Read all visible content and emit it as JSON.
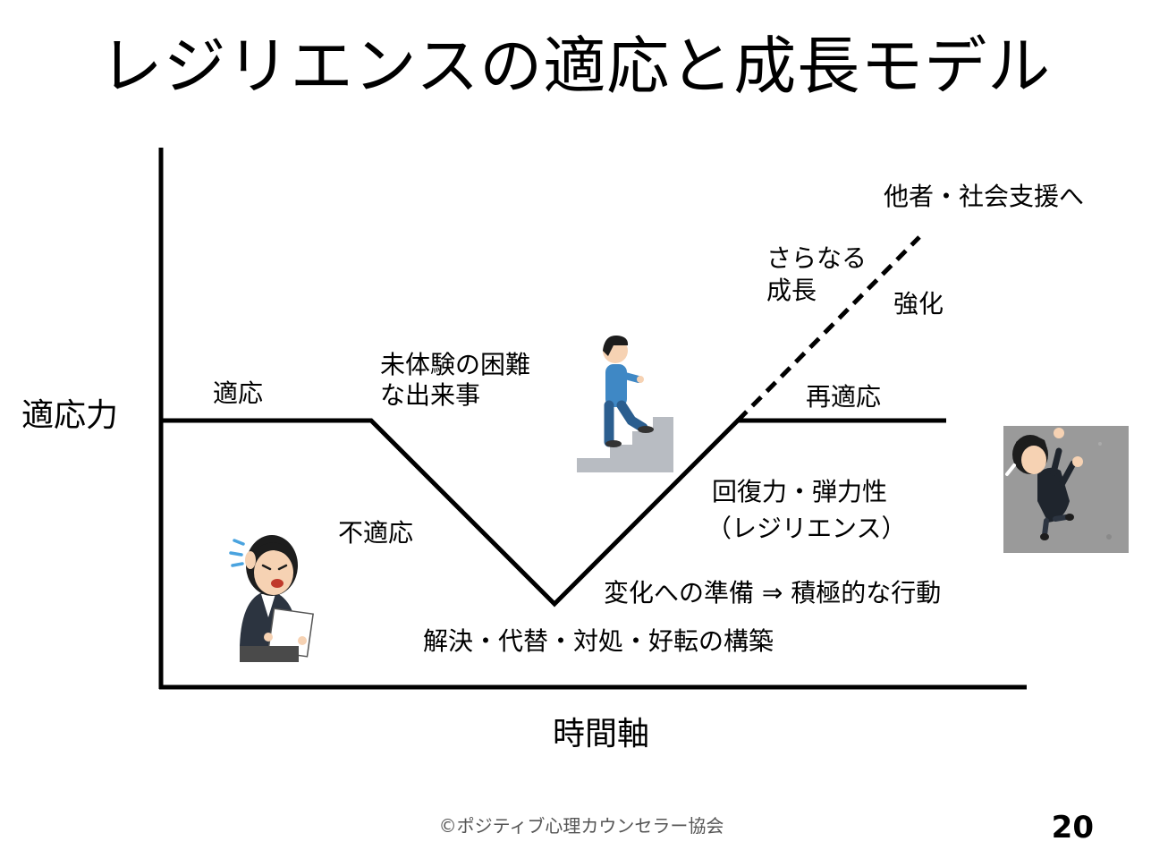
{
  "title": "レジリエンスの適応と成長モデル",
  "axes": {
    "y_label": "適応力",
    "x_label": "時間軸"
  },
  "labels": {
    "adaptation": "適応",
    "unexperienced_line1": "未体験の困難",
    "unexperienced_line2": "な出来事",
    "maladaptation": "不適応",
    "readaptation": "再適応",
    "further_growth_line1": "さらなる",
    "further_growth_line2": "成長",
    "strengthening": "強化",
    "support": "他者・社会支援へ",
    "resilience_line1": "回復力・弾力性",
    "resilience_line2": "（レジリエンス）",
    "preparation": "変化への準備 ⇒ 積極的な行動",
    "solution": "解決・代替・対処・好転の構築"
  },
  "footer": {
    "copyright": "©ポジティブ心理カウンセラー協会",
    "page_number": "20"
  },
  "colors": {
    "line": "#000000",
    "stairs": "#b8bcc2",
    "shirt": "#3f88c5",
    "pants": "#2b5e8f",
    "suit": "#2c3440",
    "tile": "#9a9a9a",
    "sweat": "#4aa3df"
  }
}
